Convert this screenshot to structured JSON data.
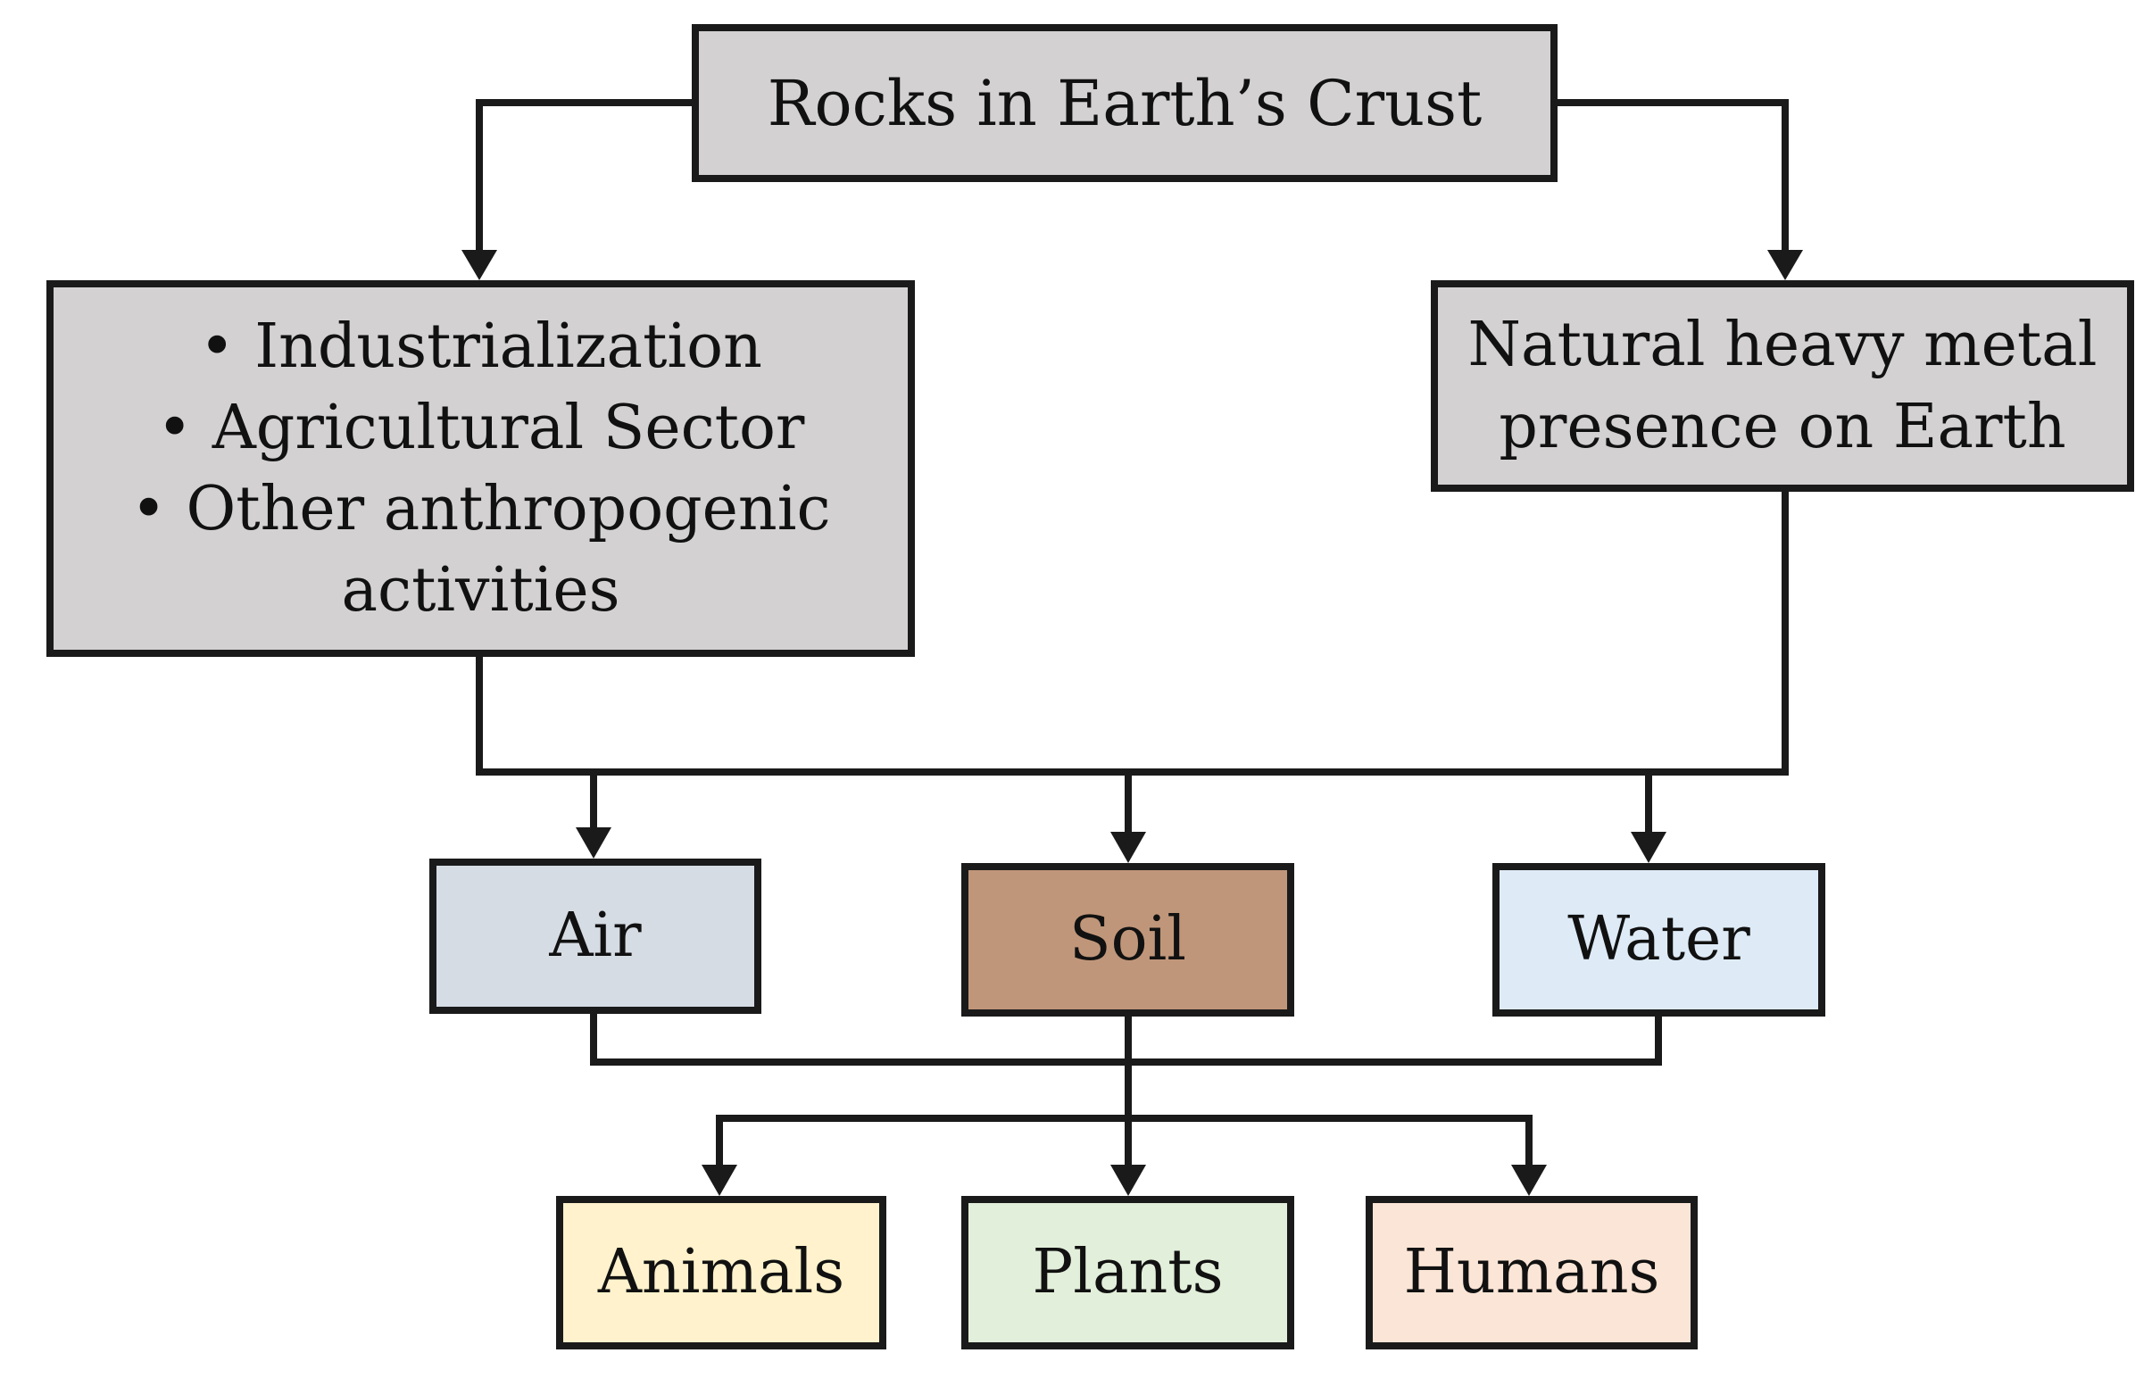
{
  "diagram": {
    "nodes": {
      "rocks": {
        "label": "Rocks in Earth’s Crust",
        "fill": "#d3d1d2"
      },
      "sources": {
        "fill": "#d3d1d2",
        "items": [
          "Industrialization",
          "Agricultural Sector",
          "Other anthropogenic",
          "activities"
        ],
        "bullets": [
          "•",
          "•",
          "•",
          ""
        ]
      },
      "natural": {
        "line1": "Natural heavy metal",
        "line2": "presence on Earth",
        "fill": "#d3d1d2"
      },
      "air": {
        "label": "Air",
        "fill": "#d6dce4"
      },
      "soil": {
        "label": "Soil",
        "fill": "#c0967a"
      },
      "water": {
        "label": "Water",
        "fill": "#deebf7"
      },
      "animals": {
        "label": "Animals",
        "fill": "#fff2cc"
      },
      "plants": {
        "label": "Plants",
        "fill": "#e2efda"
      },
      "humans": {
        "label": "Humans",
        "fill": "#fbe5d6"
      }
    },
    "edges": [
      {
        "from": "rocks",
        "to": "sources"
      },
      {
        "from": "rocks",
        "to": "natural"
      },
      {
        "from": "sources",
        "to": "air"
      },
      {
        "from": "sources",
        "to": "soil"
      },
      {
        "from": "sources",
        "to": "water"
      },
      {
        "from": "natural",
        "to": "air"
      },
      {
        "from": "natural",
        "to": "soil"
      },
      {
        "from": "natural",
        "to": "water"
      },
      {
        "from": "air",
        "to": "animals"
      },
      {
        "from": "soil",
        "to": "plants"
      },
      {
        "from": "water",
        "to": "humans"
      }
    ],
    "line_color": "#1a1a1a"
  }
}
